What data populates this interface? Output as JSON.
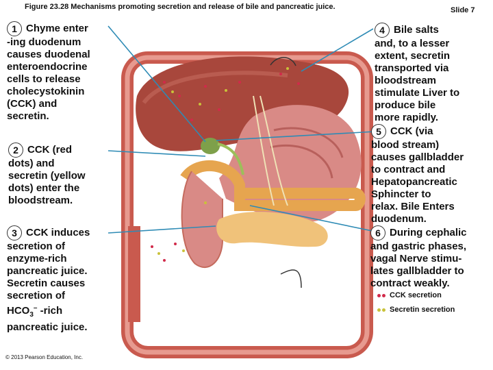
{
  "header": {
    "figure_title": "Figure 23.28 Mechanisms promoting secretion and release of bile and pancreatic juice.",
    "slide": "Slide 7"
  },
  "steps": [
    {
      "number": "1",
      "lines": [
        "Chyme enter",
        "-ing duodenum",
        "causes duodenal",
        "enteroendocrine",
        "cells to release",
        "cholecystokinin",
        "(CCK) and",
        "secretin."
      ]
    },
    {
      "number": "2",
      "lines": [
        "CCK (red",
        "dots) and",
        "secretin (yellow",
        "dots) enter the",
        "bloodstream."
      ]
    },
    {
      "number": "3",
      "lines": [
        "CCK induces",
        "secretion of",
        "enzyme-rich",
        "pancreatic juice.",
        "Secretin causes",
        "secretion of"
      ],
      "hco3_base": "HCO",
      "hco3_sub": "3",
      "hco3_sup": "–",
      "hco3_rest": " -rich",
      "last_line": "pancreatic juice."
    },
    {
      "number": "4",
      "lines": [
        "Bile salts",
        "and, to a lesser",
        "extent, secretin",
        "transported via",
        "bloodstream",
        "stimulate Liver to",
        "produce bile",
        "more rapidly."
      ]
    },
    {
      "number": "5",
      "lines": [
        "CCK (via",
        "blood stream)",
        "causes gallbladder",
        "to contract and",
        "Hepatopancreatic",
        "Sphincter to",
        "relax. Bile Enters",
        "duodenum."
      ]
    },
    {
      "number": "6",
      "lines": [
        "During cephalic",
        "and gastric phases,",
        "vagal Nerve stimu-",
        "lates gallbladder to",
        "contract weakly."
      ]
    }
  ],
  "legend": [
    {
      "label": "CCK secretion",
      "color": "#d12a4a"
    },
    {
      "label": "Secretin secretion",
      "color": "#c9c23a"
    }
  ],
  "copyright": "© 2013 Pearson Education, Inc.",
  "colors": {
    "vessel": "#c95a4e",
    "liver": "#a8473c",
    "stomach": "#d98a86",
    "duodenum": "#e6a54f",
    "pancreas": "#f0c27a",
    "pointer": "#2e8bb5"
  }
}
